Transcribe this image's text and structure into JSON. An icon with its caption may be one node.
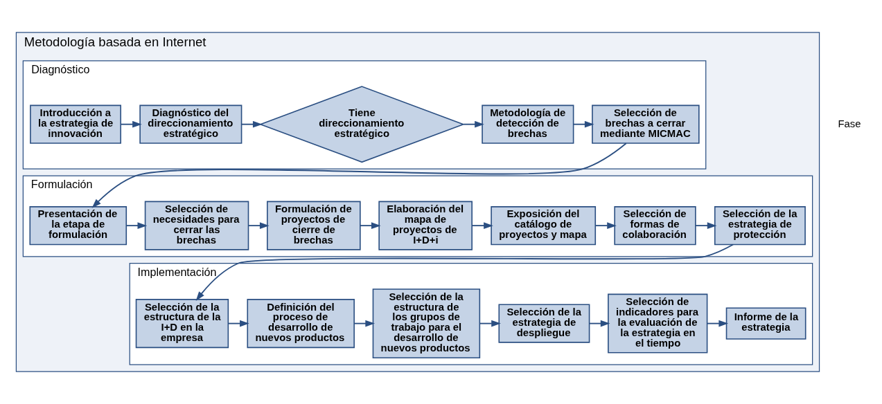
{
  "diagram": {
    "nodes": [
      {
        "text": [
          "Metodología basada en Internet"
        ]
      },
      {
        "text": [
          "Diagnóstico"
        ],
        "in": 0
      },
      {
        "text": [
          "Formulación"
        ],
        "in": 0
      },
      {
        "text": [
          "Implementación"
        ],
        "in": 0
      },
      {
        "text": [
          "Introducción a la estrategia de innovación"
        ],
        "in": 1
      },
      {
        "text": [
          "Diagnóstico del direccionamiento estratégico"
        ],
        "in": 1
      },
      {
        "text": [
          "Tiene direccionamiento estratégico"
        ],
        "in": 1
      },
      {
        "text": [
          "Metodología de detección de brechas"
        ],
        "in": 1
      },
      {
        "text": [
          "Selección de brechas a cerrar mediante MICMAC"
        ],
        "in": 1
      },
      {
        "text": [
          "Presentación de la etapa de formulación"
        ],
        "in": 2
      },
      {
        "text": [
          "Selección de necesidades para cerrar las brechas"
        ],
        "in": 2
      },
      {
        "text": [
          "Formulación de proyectos de cierre de brechas"
        ],
        "in": 2
      },
      {
        "text": [
          "Elaboración del mapa de proyectos de I+D+i"
        ],
        "in": 2
      },
      {
        "text": [
          "Exposición del catálogo de proyectos y mapa"
        ],
        "in": 2
      },
      {
        "text": [
          "Selección de formas de colaboración"
        ],
        "in": 2
      },
      {
        "text": [
          "Selección de la estrategia de protección"
        ],
        "in": 2
      },
      {
        "text": [
          "Selección de la estructura de la I+D en la empresa"
        ],
        "in": 3
      },
      {
        "text": [
          "Definición del proceso de desarrollo de nuevos productos"
        ],
        "in": 3
      },
      {
        "text": [
          "Selección de la estructura de los grupos de trabajo para el desarrollo de nuevos productos"
        ],
        "in": 3
      },
      {
        "text": [
          "Selección de la estrategia de despliegue"
        ],
        "in": 3
      },
      {
        "text": [
          "Selección de indicadores para la evaluación de la estrategia en el tiempo"
        ],
        "in": 3
      },
      {
        "text": [
          "Informe de la estrategia"
        ],
        "in": 3
      }
    ],
    "edges": [
      {
        "from": 4,
        "to": 5,
        "arrow": "to"
      },
      {
        "from": 5,
        "to": 6,
        "arrow": "to"
      },
      {
        "from": 6,
        "to": 7,
        "arrow": "to"
      },
      {
        "from": 7,
        "to": 8,
        "arrow": "to"
      },
      {
        "from": 8,
        "to": 9,
        "arrow": "to"
      },
      {
        "from": 9,
        "to": 10,
        "arrow": "to"
      },
      {
        "from": 10,
        "to": 11,
        "arrow": "to"
      },
      {
        "from": 11,
        "to": 12,
        "arrow": "to"
      },
      {
        "from": 12,
        "to": 13,
        "arrow": "to"
      },
      {
        "from": 13,
        "to": 14,
        "arrow": "to"
      },
      {
        "from": 14,
        "to": 15,
        "arrow": "to"
      },
      {
        "from": 15,
        "to": 16,
        "arrow": "to"
      },
      {
        "from": 16,
        "to": 17,
        "arrow": "to"
      },
      {
        "from": 17,
        "to": 18,
        "arrow": "to"
      },
      {
        "from": 18,
        "to": 19,
        "arrow": "to"
      },
      {
        "from": 19,
        "to": 20,
        "arrow": "to"
      },
      {
        "from": 20,
        "to": 21,
        "arrow": "to"
      }
    ],
    "labels": [
      "Fase"
    ]
  }
}
